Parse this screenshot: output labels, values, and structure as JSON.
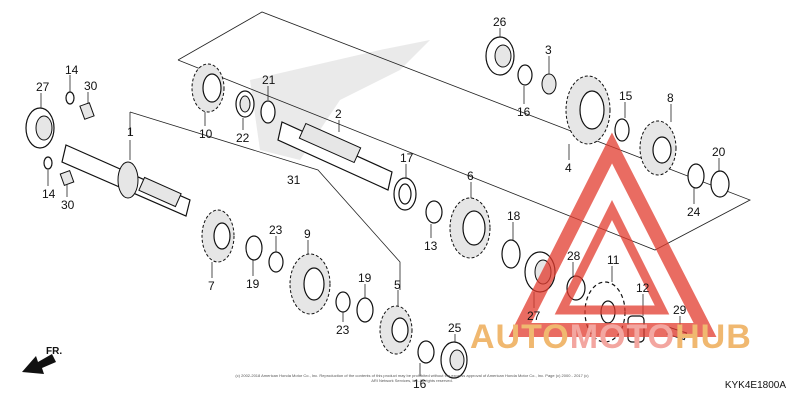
{
  "diagram": {
    "callouts": [
      "1",
      "2",
      "3",
      "4",
      "5",
      "6",
      "7",
      "8",
      "9",
      "10",
      "11",
      "12",
      "13",
      "14",
      "15",
      "16",
      "17",
      "18",
      "19",
      "20",
      "21",
      "22",
      "23",
      "24",
      "25",
      "26",
      "27",
      "28",
      "29",
      "30",
      "31"
    ],
    "fr_label": "FR.",
    "catalog_code": "KYK4E1800A",
    "copyright": "(c) 2002-2018 American Honda Motor Co., Inc. Reproduction of the contents of this product may be prohibited without the express approval of American Honda Motor Co., Inc. Page (c) 2000 - 2017 (c) ARI Network Services, Inc. All rights reserved.",
    "watermark": {
      "part1": "AUTO",
      "part2": "MOTO",
      "part3": "HUB",
      "triangle_color": "#e23b2e",
      "text_color": "#f0a040"
    }
  }
}
